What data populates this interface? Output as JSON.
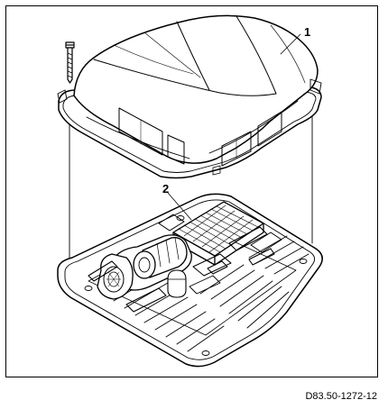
{
  "callouts": {
    "cover": "1",
    "unit": "2"
  },
  "figure_ref": "D83.50-1272-12"
}
